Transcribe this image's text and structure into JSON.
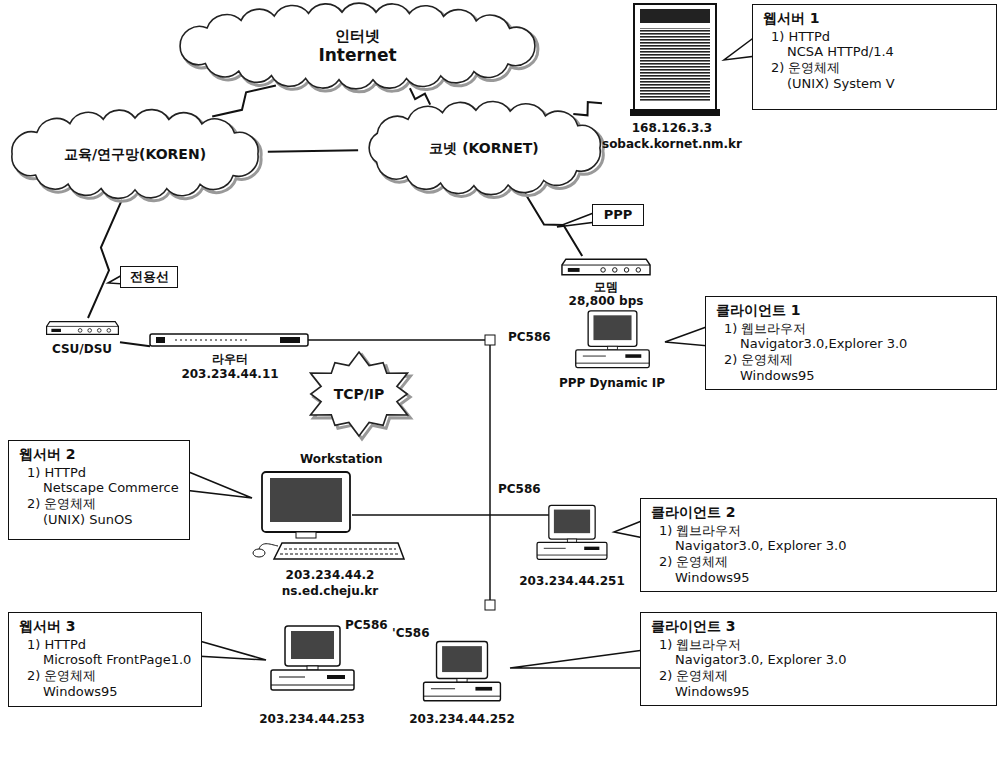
{
  "diagram": {
    "nodes": [
      {
        "text": [
          "인터넷",
          "Internet"
        ]
      },
      {
        "text": [
          "교육/연구망(KOREN)"
        ]
      },
      {
        "text": [
          "코넷 (KORNET)"
        ]
      },
      {
        "text": [
          "168.126.3.3",
          "soback.kornet.nm.kr"
        ]
      },
      {
        "text": [
          "웹서버 1",
          "1) HTTPd",
          "NCSA HTTPd/1.4",
          "2) 운영체제",
          "(UNIX) System V"
        ]
      },
      {
        "text": [
          "PPP"
        ]
      },
      {
        "text": [
          "전용선"
        ]
      },
      {
        "text": [
          "CSU/DSU"
        ]
      },
      {
        "text": [
          "라우터",
          "203.234.44.11"
        ]
      },
      {
        "text": [
          "모뎀",
          "28,800 bps"
        ]
      },
      {
        "text": [
          "PC586",
          "PPP Dynamic IP"
        ]
      },
      {
        "text": [
          "클라이언트 1",
          "1) 웹브라우저",
          "Navigator3.0,Explorer 3.0",
          "2) 운영체제",
          "Windows95"
        ]
      },
      {
        "text": [
          "TCP/IP"
        ]
      },
      {
        "text": [
          "웹서버 2",
          "1) HTTPd",
          "Netscape Commerce",
          "2) 운영체제",
          "(UNIX) SunOS"
        ]
      },
      {
        "text": [
          "Workstation",
          "203.234.44.2",
          "ns.ed.cheju.kr"
        ]
      },
      {
        "text": [
          "PC586",
          "203.234.44.251"
        ]
      },
      {
        "text": [
          "클라이언트 2",
          "1) 웹브라우저",
          "Navigator3.0, Explorer 3.0",
          "2) 운영체제",
          "Windows95"
        ]
      },
      {
        "text": [
          "웹서버 3",
          "1) HTTPd",
          "Microsoft FrontPage1.0",
          "2) 운영체제",
          "Windows95"
        ]
      },
      {
        "text": [
          "PC586",
          "203.234.44.253"
        ]
      },
      {
        "text": [
          "'C586",
          "203.234.44.252"
        ]
      },
      {
        "text": [
          "클라이언트 3",
          "1) 웹브라우저",
          "Navigator3.0, Explorer 3.0",
          "2) 운영체제",
          "Windows95"
        ]
      }
    ],
    "edges": [
      {
        "from": 0,
        "to": 1,
        "arrow": "none"
      },
      {
        "from": 0,
        "to": 2,
        "arrow": "none"
      },
      {
        "from": 1,
        "to": 2,
        "arrow": "none"
      },
      {
        "from": 2,
        "to": 3,
        "arrow": "none"
      },
      {
        "from": 2,
        "to": 9,
        "arrow": "none"
      },
      {
        "from": 1,
        "to": 7,
        "arrow": "none"
      },
      {
        "from": 7,
        "to": 8,
        "arrow": "none"
      }
    ]
  }
}
